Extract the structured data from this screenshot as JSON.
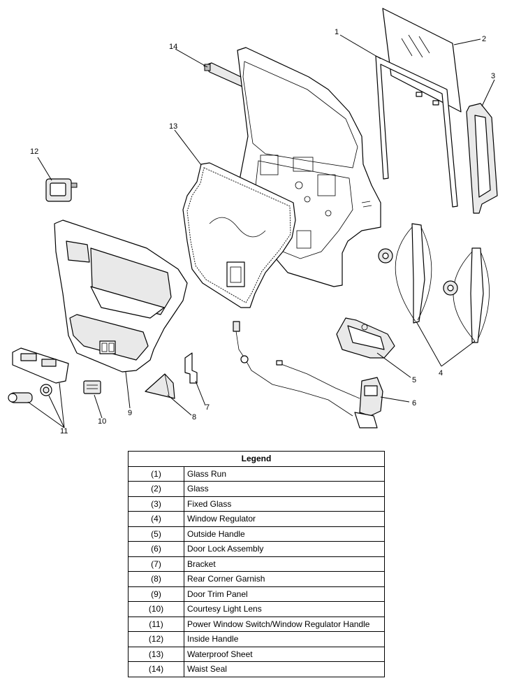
{
  "callouts": [
    "1",
    "2",
    "3",
    "4",
    "5",
    "6",
    "7",
    "8",
    "9",
    "10",
    "11",
    "12",
    "13",
    "14"
  ],
  "legend": {
    "title": "Legend",
    "rows": [
      {
        "num": "(1)",
        "name": "Glass Run"
      },
      {
        "num": "(2)",
        "name": "Glass"
      },
      {
        "num": "(3)",
        "name": "Fixed Glass"
      },
      {
        "num": "(4)",
        "name": "Window Regulator"
      },
      {
        "num": "(5)",
        "name": "Outside Handle"
      },
      {
        "num": "(6)",
        "name": "Door Lock Assembly"
      },
      {
        "num": "(7)",
        "name": "Bracket"
      },
      {
        "num": "(8)",
        "name": "Rear Corner Garnish"
      },
      {
        "num": "(9)",
        "name": "Door Trim Panel"
      },
      {
        "num": "(10)",
        "name": "Courtesy Light Lens"
      },
      {
        "num": "(11)",
        "name": "Power Window Switch/Window Regulator Handle"
      },
      {
        "num": "(12)",
        "name": "Inside Handle"
      },
      {
        "num": "(13)",
        "name": "Waterproof Sheet"
      },
      {
        "num": "(14)",
        "name": "Waist Seal"
      }
    ]
  }
}
